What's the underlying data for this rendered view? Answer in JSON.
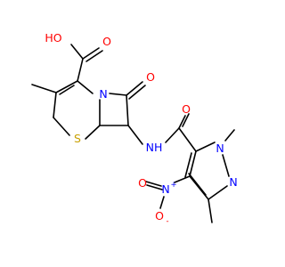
{
  "molecule": {
    "atoms": {
      "oh": "HO",
      "o_acid": "O",
      "n_lactam": "N",
      "o_lactam": "O",
      "s": "S",
      "nh": "NH",
      "o_amide": "O",
      "n_methyl": "N",
      "n_ring": "N",
      "n_nitro": "N",
      "n_nitro_charge": "+",
      "o_nitro": "O",
      "o_nitro_charge": "-"
    },
    "colors": {
      "bond": "#000000",
      "oxygen": "#ff0000",
      "nitrogen": "#0000ff",
      "sulfur": "#c8a000"
    }
  }
}
